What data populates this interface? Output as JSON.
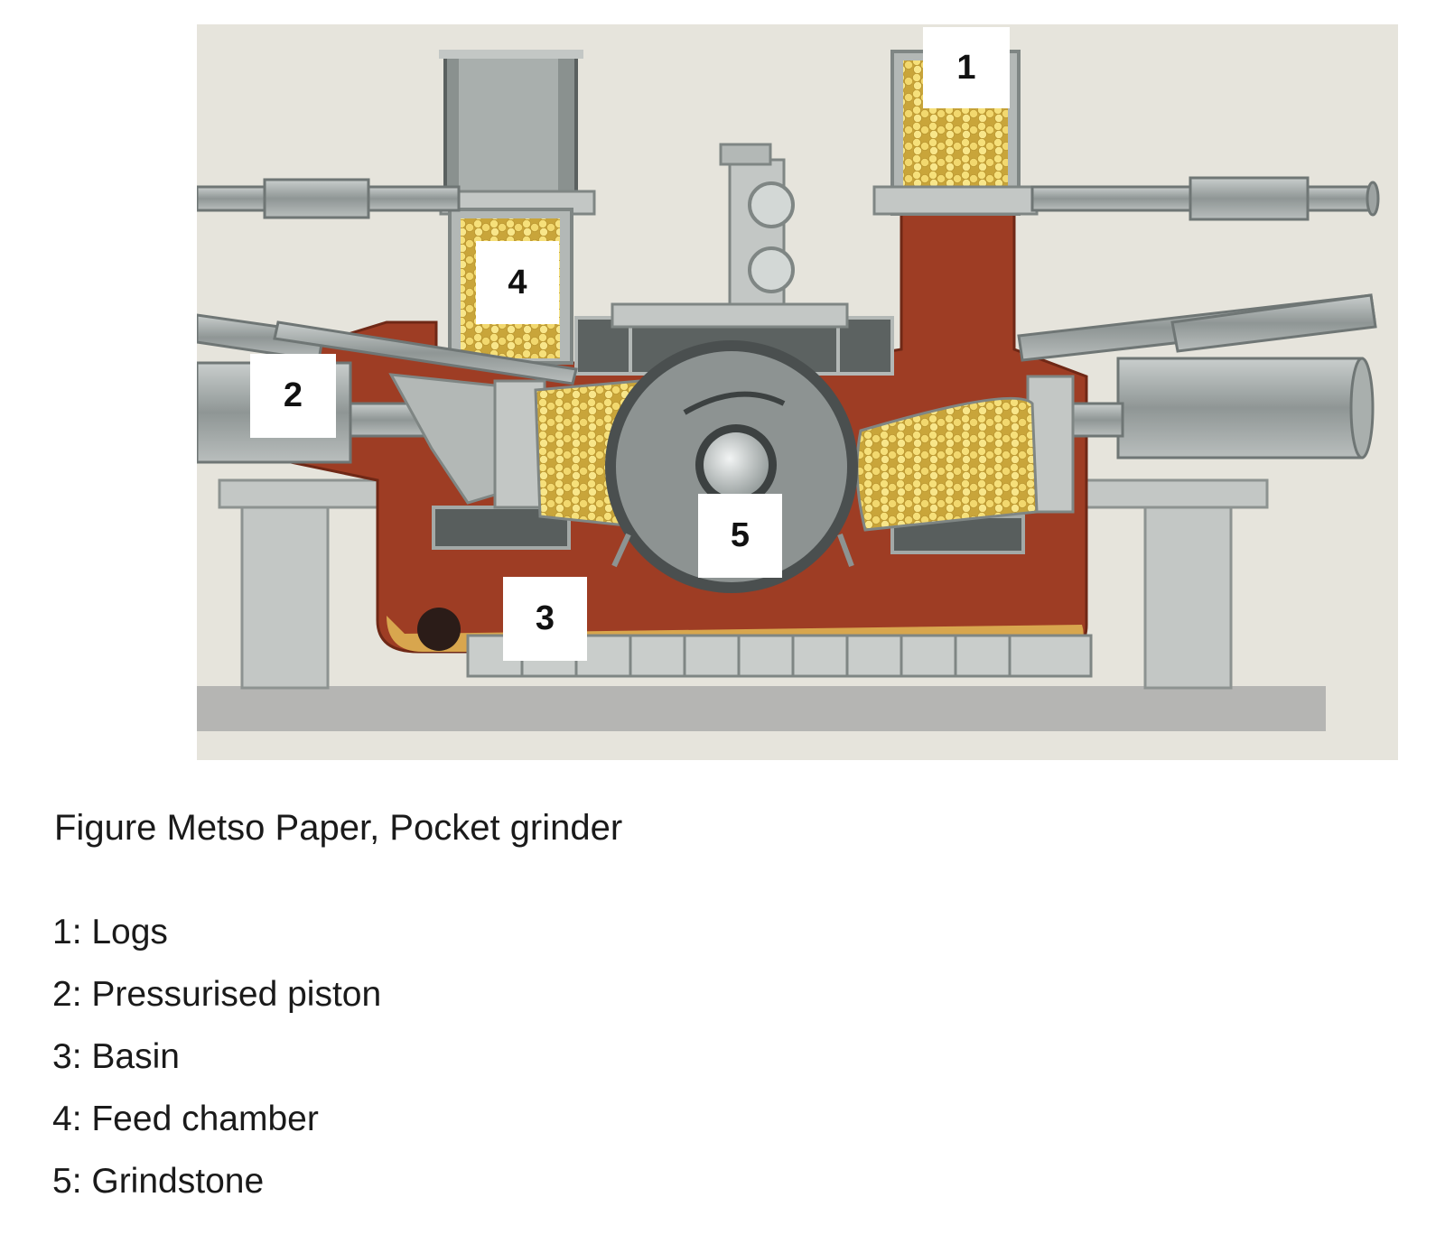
{
  "figure": {
    "callouts": [
      "1",
      "2",
      "3",
      "4",
      "5"
    ],
    "colors": {
      "background": "#e6e4dc",
      "housing": "#9e3d24",
      "steel": "#b3b8b6",
      "logs": "#f0d66a",
      "base": "#b5b5b3"
    }
  },
  "caption": "Figure Metso Paper, Pocket grinder",
  "legend": [
    "1: Logs",
    "2: Pressurised piston",
    "3: Basin",
    "4: Feed chamber",
    "5: Grindstone"
  ]
}
